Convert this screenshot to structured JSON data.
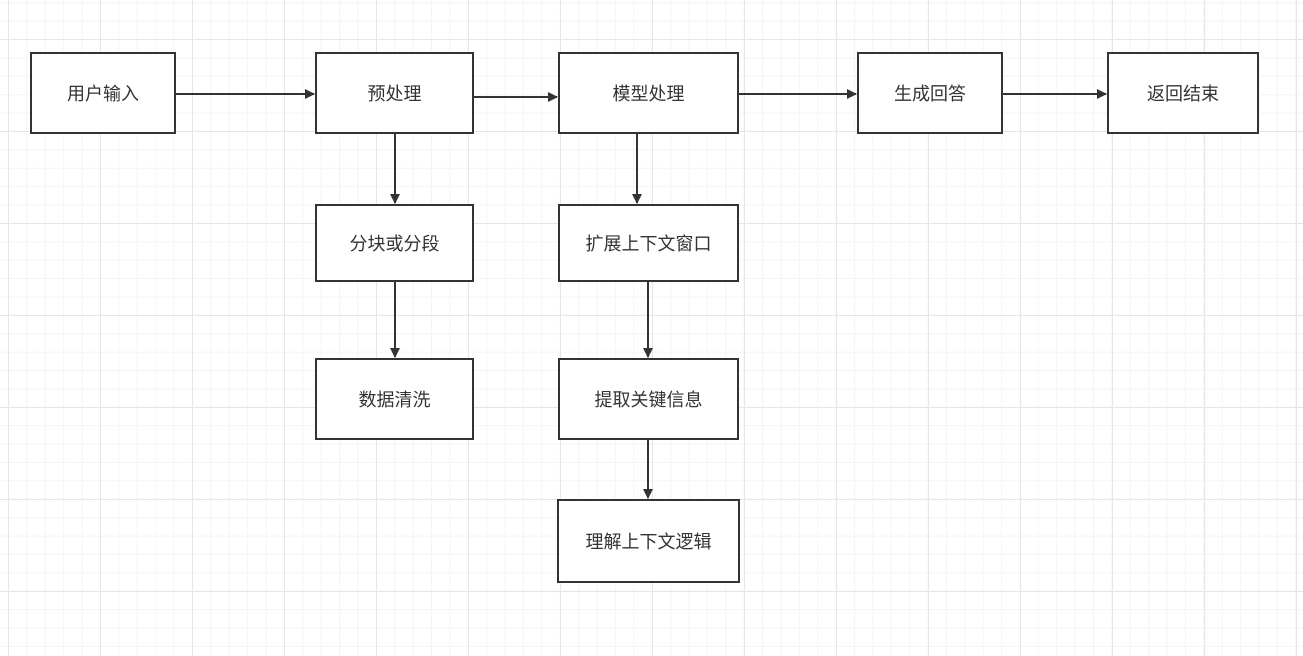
{
  "diagram": {
    "nodes": {
      "user_input": "用户输入",
      "preprocess": "预处理",
      "model_processing": "模型处理",
      "generate_answer": "生成回答",
      "return_result": "返回结束",
      "chunking": "分块或分段",
      "data_cleaning": "数据清洗",
      "expand_context": "扩展上下文窗口",
      "extract_key_info": "提取关键信息",
      "understand_logic": "理解上下文逻辑"
    },
    "edges": [
      {
        "from": "user_input",
        "to": "preprocess"
      },
      {
        "from": "preprocess",
        "to": "model_processing"
      },
      {
        "from": "model_processing",
        "to": "generate_answer"
      },
      {
        "from": "generate_answer",
        "to": "return_result"
      },
      {
        "from": "preprocess",
        "to": "chunking"
      },
      {
        "from": "chunking",
        "to": "data_cleaning"
      },
      {
        "from": "model_processing",
        "to": "expand_context"
      },
      {
        "from": "expand_context",
        "to": "extract_key_info"
      },
      {
        "from": "extract_key_info",
        "to": "understand_logic"
      }
    ],
    "colors": {
      "stroke": "#333333",
      "background": "#ffffff",
      "grid": "#e6e6e6"
    }
  }
}
